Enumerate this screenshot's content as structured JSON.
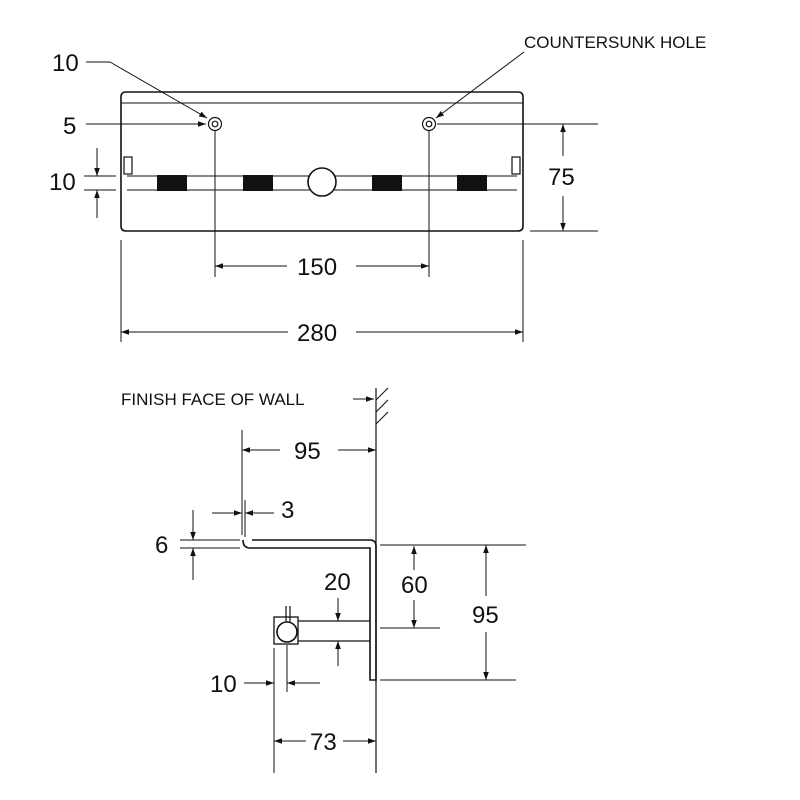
{
  "top_view": {
    "dim_10_top": "10",
    "dim_5": "5",
    "dim_10_left": "10",
    "dim_75": "75",
    "dim_150": "150",
    "dim_280": "280",
    "note_countersunk": "COUNTERSUNK HOLE"
  },
  "side_view": {
    "note_wall": "FINISH FACE OF WALL",
    "dim_95_top": "95",
    "dim_3": "3",
    "dim_6": "6",
    "dim_20": "20",
    "dim_60": "60",
    "dim_95_right": "95",
    "dim_10": "10",
    "dim_73": "73"
  },
  "colors": {
    "line": "#111111",
    "background": "#ffffff"
  }
}
